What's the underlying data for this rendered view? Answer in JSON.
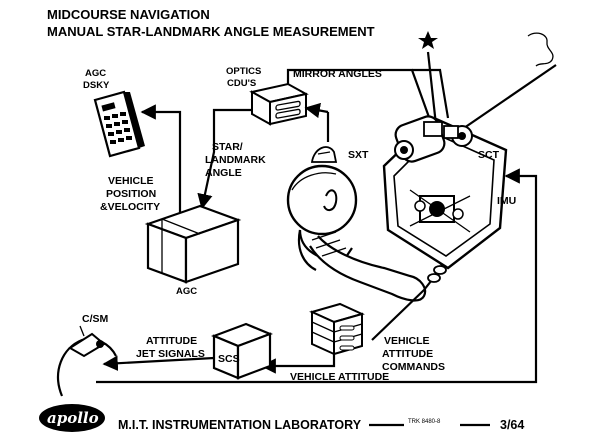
{
  "title": {
    "line1": "MIDCOURSE NAVIGATION",
    "line2": "MANUAL STAR-LANDMARK ANGLE MEASUREMENT"
  },
  "labels": {
    "agc_dsky": [
      "AGC",
      "DSKY"
    ],
    "optics_cdus": [
      "OPTICS",
      "CDU'S"
    ],
    "mirror_angles": "MIRROR ANGLES",
    "star_landmark_angle": [
      "STAR/",
      "LANDMARK",
      "ANGLE"
    ],
    "sxt": "SXT",
    "sct": "SCT",
    "vehicle_position_velocity": [
      "VEHICLE",
      "POSITION",
      "&VELOCITY"
    ],
    "imu": "IMU",
    "agc": "AGC",
    "csm": "C/SM",
    "attitude_jet_signals": [
      "ATTITUDE",
      "JET SIGNALS"
    ],
    "scs": "SCS",
    "vehicle_attitude_commands": [
      "VEHICLE",
      "ATTITUDE",
      "COMMANDS"
    ],
    "vehicle_attitude": "VEHICLE ATTITUDE"
  },
  "footer": {
    "logo": "apollo",
    "lab": "M.I.T. INSTRUMENTATION LABORATORY",
    "drawing_no": "TRK 8480-8",
    "page": "3/64"
  }
}
